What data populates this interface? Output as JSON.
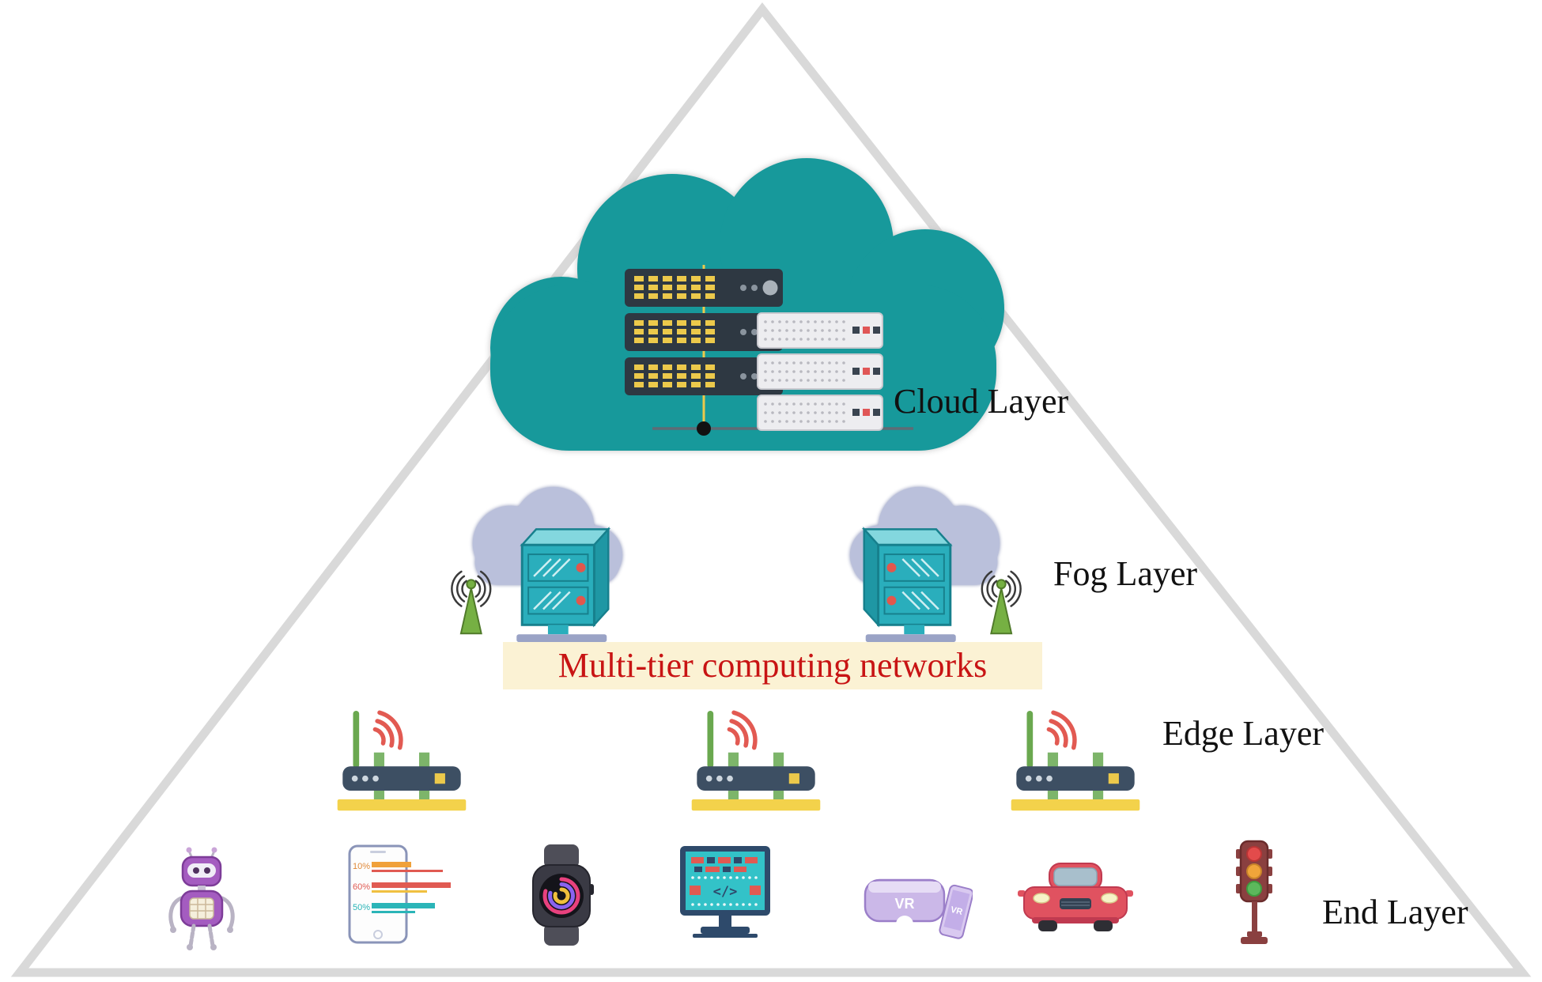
{
  "banner": {
    "text": "Multi-tier computing networks"
  },
  "labels": {
    "cloud": "Cloud Layer",
    "fog": "Fog Layer",
    "edge": "Edge Layer",
    "end": "End Layer"
  },
  "end_devices": {
    "phone_chart": {
      "percent_labels": [
        "10%",
        "60%",
        "50%"
      ]
    },
    "vr_headset": {
      "label": "VR"
    },
    "monitor": {
      "code_symbol": "</>"
    }
  },
  "icons": [
    "pyramid-outline",
    "cloud-shape",
    "server-rack-dark-icon",
    "server-rack-light-icon",
    "fog-node-icon",
    "antenna-icon",
    "router-icon",
    "wifi-signal-icon",
    "robot-icon",
    "smartphone-chart-icon",
    "smartwatch-icon",
    "monitor-code-icon",
    "vr-headset-icon",
    "car-icon",
    "traffic-light-icon"
  ],
  "colors": {
    "triangle_stroke": "#d9d9d9",
    "cloud_teal": "#17999b",
    "banner_bg": "#fbf2d4",
    "banner_text": "#c81414",
    "wifi_red": "#e25a52",
    "router_body": "#3d4f63",
    "antenna_green": "#76b043",
    "base_yellow": "#f3d24b",
    "fog_cloud": "#bac0db",
    "fog_server": "#2aaebc",
    "led_yellow": "#ecc94b"
  }
}
